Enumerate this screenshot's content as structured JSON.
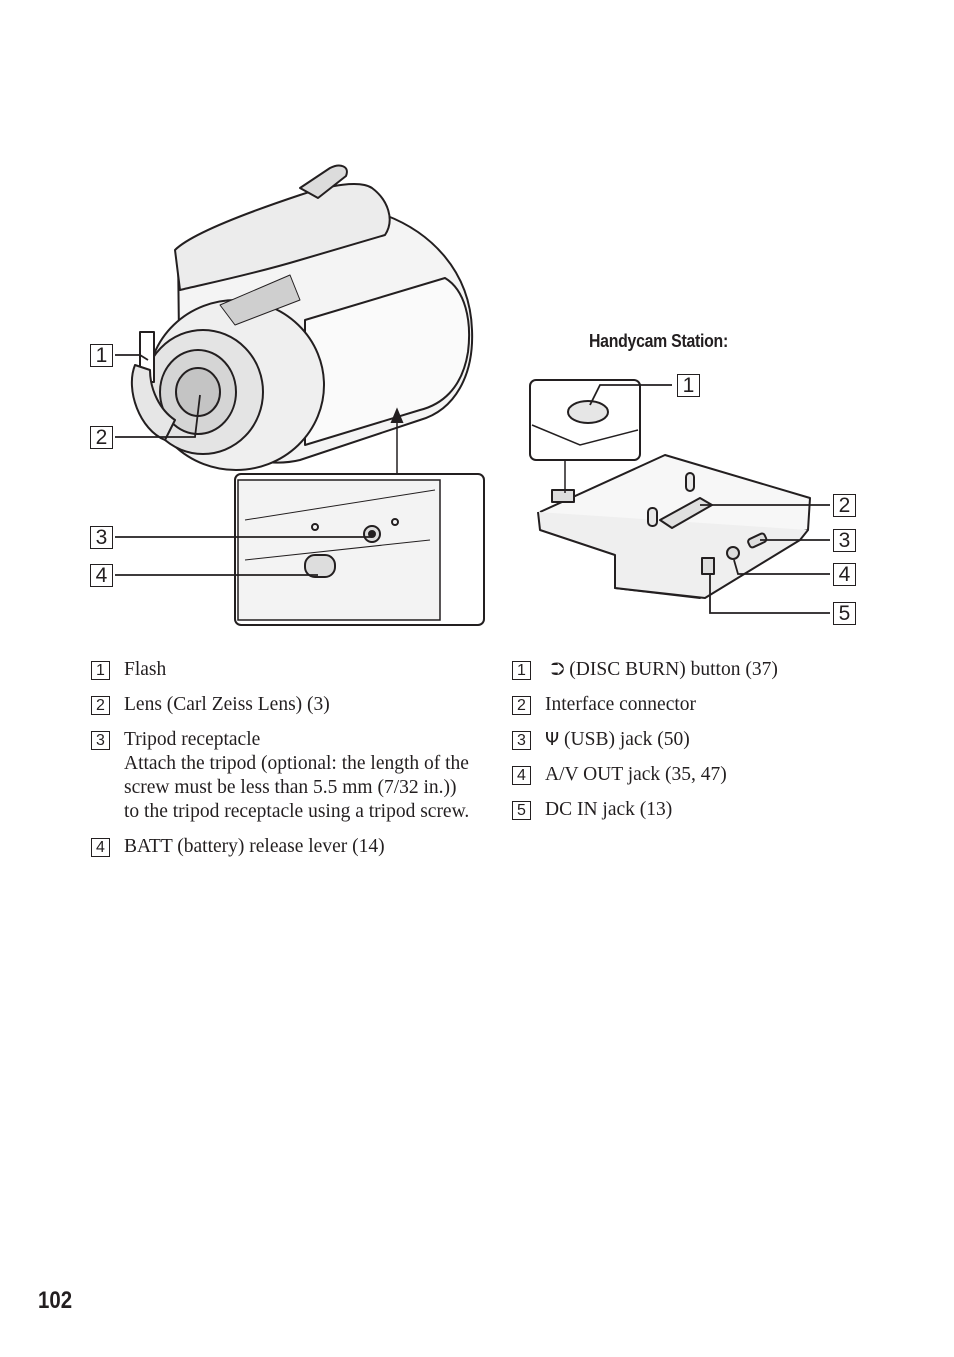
{
  "figure": {
    "station_title": "Handycam Station:",
    "camera_callouts": [
      "1",
      "2",
      "3",
      "4"
    ],
    "station_callouts": [
      "1",
      "2",
      "3",
      "4",
      "5"
    ]
  },
  "camera_parts": [
    {
      "num": "1",
      "label": "Flash",
      "detail": ""
    },
    {
      "num": "2",
      "label": "Lens (Carl Zeiss Lens) (3)",
      "detail": ""
    },
    {
      "num": "3",
      "label": "Tripod receptacle",
      "detail": "Attach the tripod (optional: the length of the screw must be less than 5.5 mm (7/32 in.)) to the tripod receptacle using a tripod screw."
    },
    {
      "num": "4",
      "label": "BATT (battery) release lever (14)",
      "detail": ""
    }
  ],
  "station_parts": [
    {
      "num": "1",
      "icon": "disc-burn-icon",
      "label": "(DISC BURN) button (37)"
    },
    {
      "num": "2",
      "icon": "",
      "label": "Interface connector"
    },
    {
      "num": "3",
      "icon": "usb-icon",
      "label": "(USB) jack (50)"
    },
    {
      "num": "4",
      "icon": "",
      "label": "A/V OUT jack (35, 47)"
    },
    {
      "num": "5",
      "icon": "",
      "label": "DC IN jack (13)"
    }
  ],
  "page_number": "102"
}
